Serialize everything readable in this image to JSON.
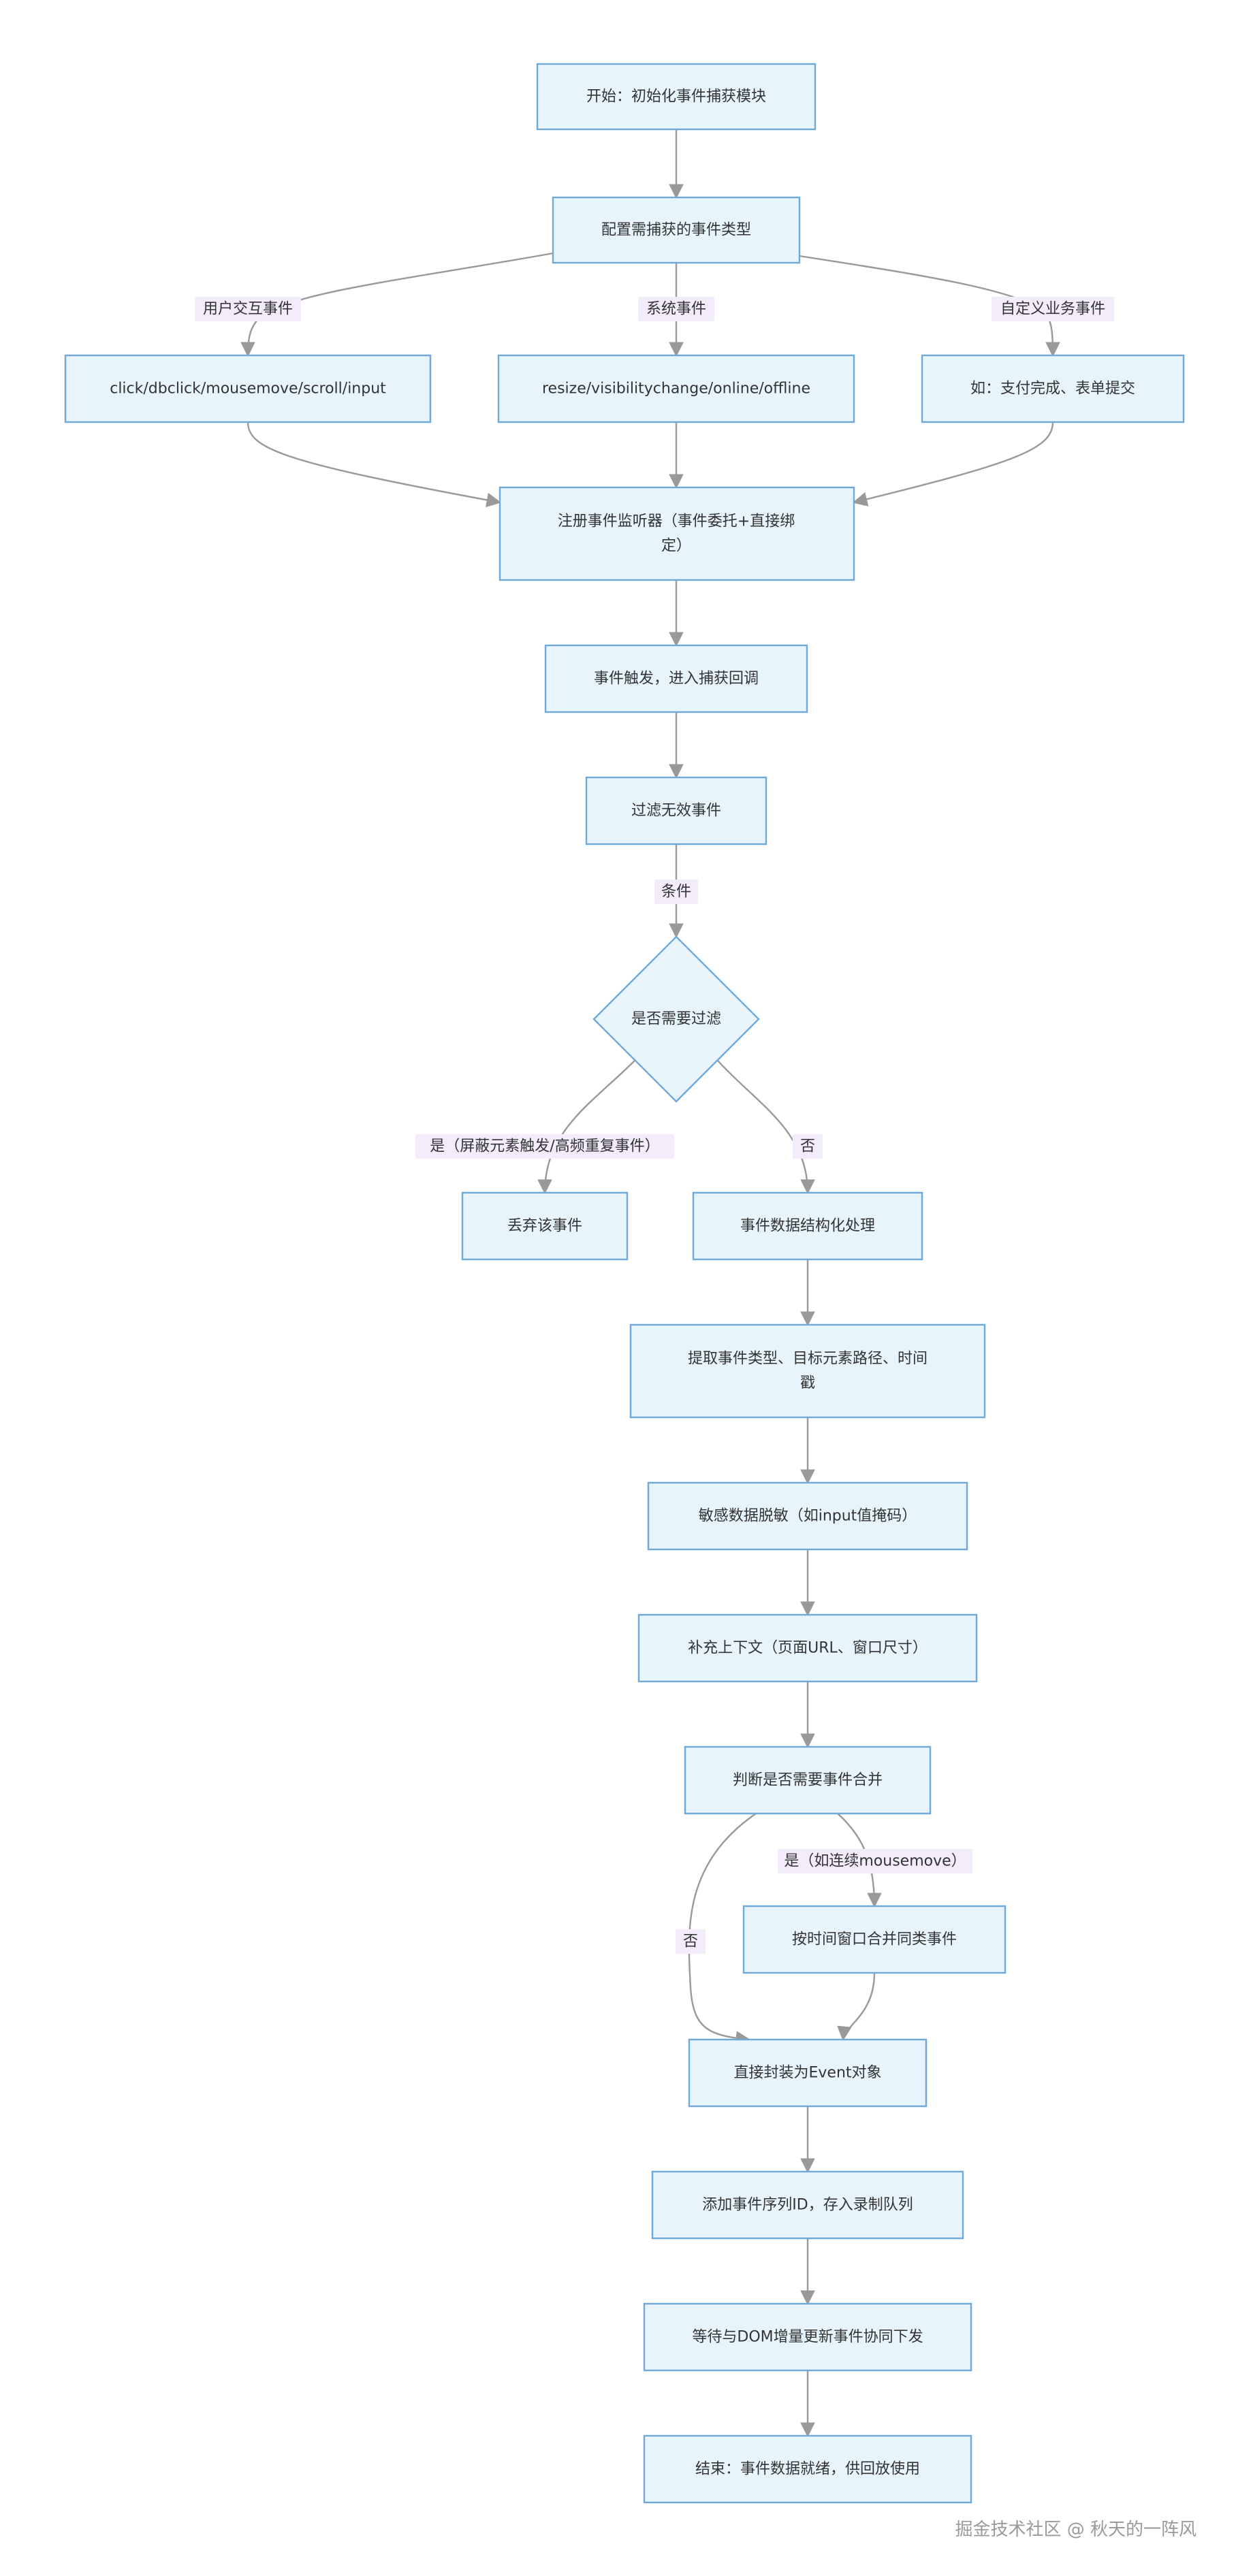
{
  "nodes": {
    "start": "开始：初始化事件捕获模块",
    "config": "配置需捕获的事件类型",
    "user_events": "click/dbclick/mousemove/scroll/input",
    "system_events": "resize/visibilitychange/online/offline",
    "custom_events": "如：支付完成、表单提交",
    "register_line1": "注册事件监听器（事件委托+直接绑",
    "register_line2": "定）",
    "trigger": "事件触发，进入捕获回调",
    "filter": "过滤无效事件",
    "need_filter": "是否需要过滤",
    "discard": "丢弃该事件",
    "structure": "事件数据结构化处理",
    "extract_line1": "提取事件类型、目标元素路径、时间",
    "extract_line2": "戳",
    "mask": "敏感数据脱敏（如input值掩码）",
    "context": "补充上下文（页面URL、窗口尺寸）",
    "need_merge": "判断是否需要事件合并",
    "merge": "按时间窗口合并同类事件",
    "wrap": "直接封装为Event对象",
    "seq": "添加事件序列ID，存入录制队列",
    "wait": "等待与DOM增量更新事件协同下发",
    "end": "结束：事件数据就绪，供回放使用"
  },
  "edge_labels": {
    "user": "用户交互事件",
    "system": "系统事件",
    "custom": "自定义业务事件",
    "condition": "条件",
    "yes_filter": "是（屏蔽元素触发/高频重复事件）",
    "no_filter": "否",
    "yes_merge": "是（如连续mousemove）",
    "no_merge": "否"
  },
  "watermark": "掘金技术社区 @ 秋天的一阵风"
}
